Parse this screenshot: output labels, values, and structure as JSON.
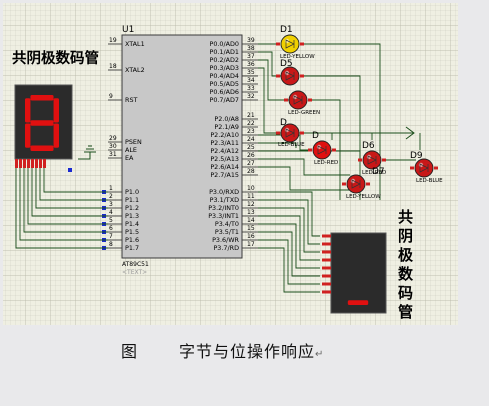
{
  "headings": {
    "left_display": "共阴极数码管",
    "right_display": "共阴极数码管"
  },
  "mcu": {
    "ref": "U1",
    "part": "AT89C51",
    "text_placeholder": "<TEXT>",
    "left_pins": [
      {
        "num": "19",
        "name": "XTAL1"
      },
      {
        "num": "18",
        "name": "XTAL2"
      },
      {
        "num": "9",
        "name": "RST"
      },
      {
        "num": "29",
        "name": "PSEN"
      },
      {
        "num": "30",
        "name": "ALE"
      },
      {
        "num": "31",
        "name": "EA"
      },
      {
        "num": "1",
        "name": "P1.0"
      },
      {
        "num": "2",
        "name": "P1.1"
      },
      {
        "num": "3",
        "name": "P1.2"
      },
      {
        "num": "4",
        "name": "P1.3"
      },
      {
        "num": "5",
        "name": "P1.4"
      },
      {
        "num": "6",
        "name": "P1.5"
      },
      {
        "num": "7",
        "name": "P1.6"
      },
      {
        "num": "8",
        "name": "P1.7"
      }
    ],
    "right_pins": [
      {
        "num": "39",
        "name": "P0.0/AD0"
      },
      {
        "num": "38",
        "name": "P0.1/AD1"
      },
      {
        "num": "37",
        "name": "P0.2/AD2"
      },
      {
        "num": "36",
        "name": "P0.3/AD3"
      },
      {
        "num": "35",
        "name": "P0.4/AD4"
      },
      {
        "num": "34",
        "name": "P0.5/AD5"
      },
      {
        "num": "33",
        "name": "P0.6/AD6"
      },
      {
        "num": "32",
        "name": "P0.7/AD7"
      },
      {
        "num": "21",
        "name": "P2.0/A8"
      },
      {
        "num": "22",
        "name": "P2.1/A9"
      },
      {
        "num": "23",
        "name": "P2.2/A10"
      },
      {
        "num": "24",
        "name": "P2.3/A11"
      },
      {
        "num": "25",
        "name": "P2.4/A12"
      },
      {
        "num": "26",
        "name": "P2.5/A13"
      },
      {
        "num": "27",
        "name": "P2.6/A14"
      },
      {
        "num": "28",
        "name": "P2.7/A15"
      },
      {
        "num": "10",
        "name": "P3.0/RXD"
      },
      {
        "num": "11",
        "name": "P3.1/TXD"
      },
      {
        "num": "12",
        "name": "P3.2/INT0"
      },
      {
        "num": "13",
        "name": "P3.3/INT1"
      },
      {
        "num": "14",
        "name": "P3.4/T0"
      },
      {
        "num": "15",
        "name": "P3.5/T1"
      },
      {
        "num": "16",
        "name": "P3.6/WR"
      },
      {
        "num": "17",
        "name": "P3.7/RD"
      }
    ]
  },
  "leds": [
    {
      "ref": "D1",
      "label": "LED-YELLOW",
      "color": "#f0d000"
    },
    {
      "ref": "D5",
      "label": "",
      "color": "#c81818"
    },
    {
      "ref": "",
      "label": "LED-GREEN",
      "color": "#c81818"
    },
    {
      "ref": "D",
      "label": "LED-BLUE",
      "color": "#c81818"
    },
    {
      "ref": "D",
      "label": "LED-RED",
      "color": "#e01010"
    },
    {
      "ref": "D6",
      "label": "LED-RED",
      "color": "#c81818"
    },
    {
      "ref": "D7",
      "label": "LED-YELLOW",
      "color": "#c81818"
    },
    {
      "ref": "D9",
      "label": "LED-BLUE",
      "color": "#c81818"
    },
    {
      "ref": "D8",
      "label": "LED-YE",
      "color": "#c81818"
    }
  ],
  "displays": {
    "left_digit": "8",
    "right_digit": "_"
  },
  "caption": {
    "figure": "图",
    "title": "字节与位操作响应",
    "mark": "↵"
  },
  "colors": {
    "segment_on": "#e01010",
    "wire": "#1a4d1a",
    "body": "#c8c8c8",
    "pin_blue": "#1a2ad0"
  }
}
